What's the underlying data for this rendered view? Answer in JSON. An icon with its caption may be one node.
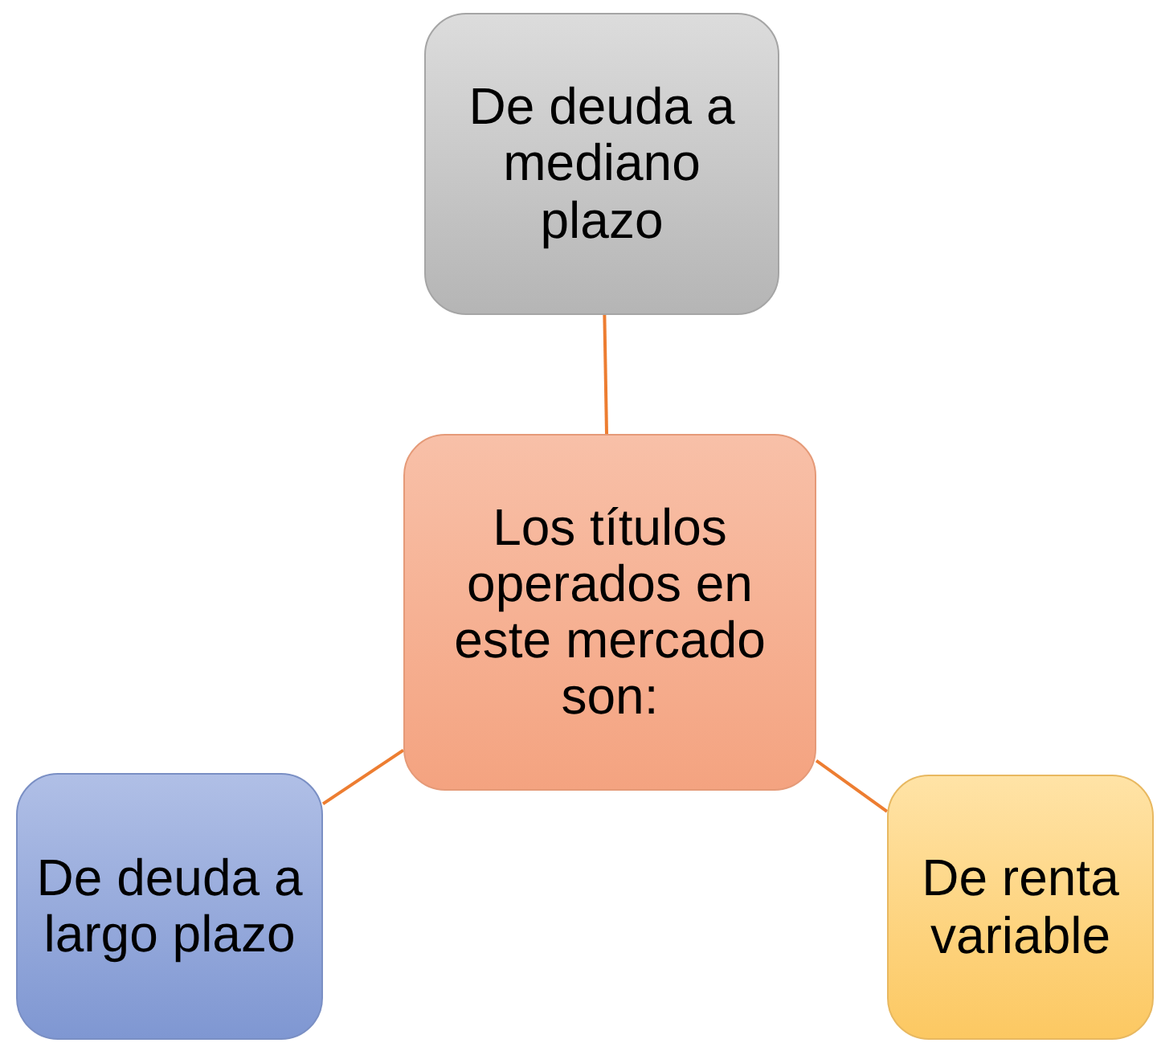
{
  "diagram": {
    "nodes": [
      {
        "text": [
          "Los títulos operados en este mercado son:"
        ]
      },
      {
        "text": [
          "De deuda a mediano plazo"
        ]
      },
      {
        "text": [
          "De deuda a largo plazo"
        ]
      },
      {
        "text": [
          "De renta variable"
        ]
      }
    ],
    "edges": [
      {
        "from": 0,
        "to": 1,
        "arrow": "none"
      },
      {
        "from": 0,
        "to": 2,
        "arrow": "none"
      },
      {
        "from": 0,
        "to": 3,
        "arrow": "none"
      }
    ]
  }
}
